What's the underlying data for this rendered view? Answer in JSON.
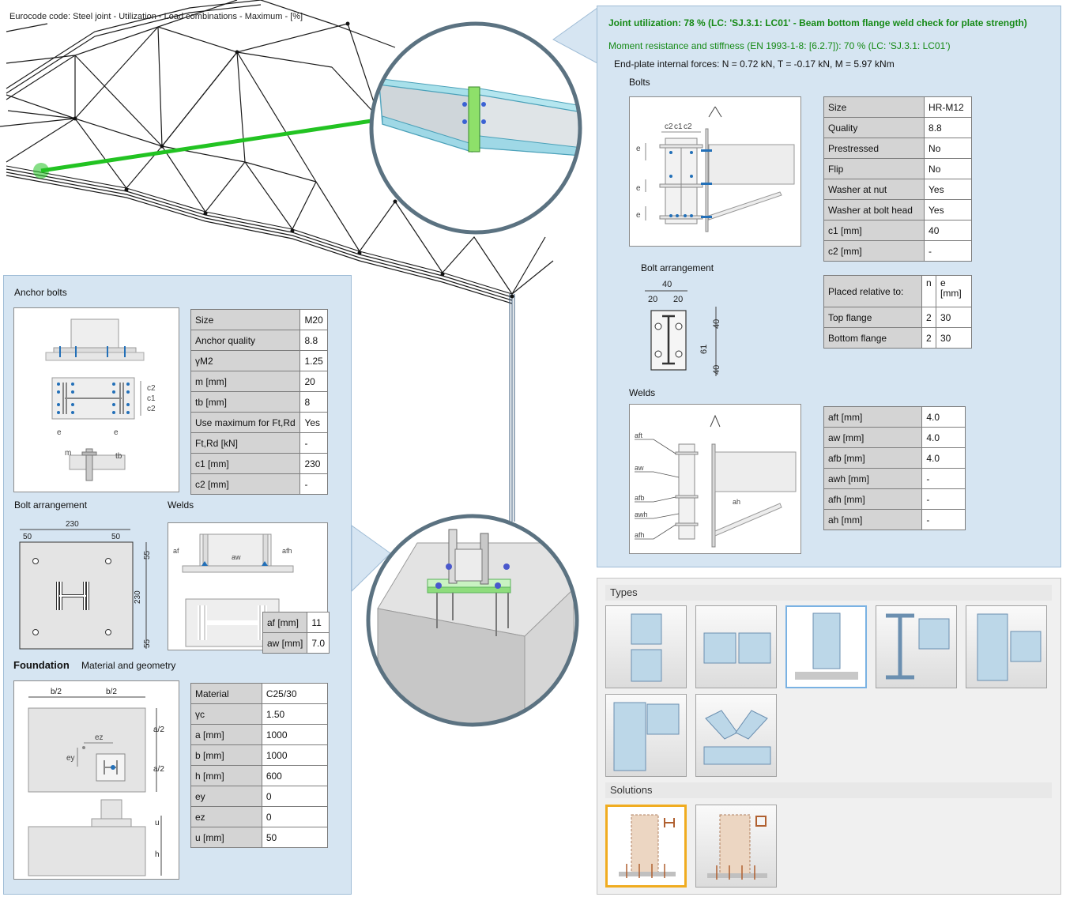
{
  "view_title": "Eurocode code: Steel joint - Utilization - Load combinations - Maximum - [%]",
  "joint": {
    "utilization": "Joint utilization: 78 % (LC: 'SJ.3.1: LC01' - Beam bottom flange weld check for plate strength)",
    "moment": "Moment resistance and stiffness (EN 1993-1-8: [6.2.7]): 70 % (LC: 'SJ.3.1: LC01')",
    "forces": "End-plate internal forces: N = 0.72 kN, T = -0.17 kN, M = 5.97 kNm",
    "bolts_label": "Bolts",
    "bolt_arrangement_label": "Bolt arrangement",
    "welds_label": "Welds",
    "bolt_dims": {
      "c2": "c2",
      "c1": "c1",
      "e": "e",
      "d40": "40",
      "d20a": "20",
      "d20b": "20",
      "v40a": "40",
      "v61": "61",
      "v40b": "40"
    },
    "weld_dims": {
      "aft": "aft",
      "aw": "aw",
      "afb": "afb",
      "awh": "awh",
      "afh": "afh",
      "ah": "ah"
    },
    "bolt_props": [
      {
        "k": "Size",
        "v": "HR-M12"
      },
      {
        "k": "Quality",
        "v": "8.8"
      },
      {
        "k": "Prestressed",
        "v": "No"
      },
      {
        "k": "Flip",
        "v": "No"
      },
      {
        "k": "Washer at nut",
        "v": "Yes"
      },
      {
        "k": "Washer at bolt head",
        "v": "Yes"
      },
      {
        "k": "c1 [mm]",
        "v": "40"
      },
      {
        "k": "c2 [mm]",
        "v": "-"
      }
    ],
    "placed": {
      "header": "Placed relative to:",
      "n_header": "n",
      "e_header": "e\n[mm]",
      "rows": [
        {
          "k": "Top flange",
          "n": "2",
          "e": "30"
        },
        {
          "k": "Bottom flange",
          "n": "2",
          "e": "30"
        }
      ]
    },
    "weld_props": [
      {
        "k": "aft [mm]",
        "v": "4.0"
      },
      {
        "k": "aw [mm]",
        "v": "4.0"
      },
      {
        "k": "afb [mm]",
        "v": "4.0"
      },
      {
        "k": "awh [mm]",
        "v": "-"
      },
      {
        "k": "afh [mm]",
        "v": "-"
      },
      {
        "k": "ah [mm]",
        "v": "-"
      }
    ]
  },
  "anchor": {
    "title": "Anchor bolts",
    "bolt_arrangement_label": "Bolt arrangement",
    "welds_label": "Welds",
    "foundation_label": "Foundation",
    "material_label": "Material and geometry",
    "anchor_dims": {
      "c2a": "c2",
      "c1": "c1",
      "c2b": "c2",
      "e1": "e",
      "e2": "e",
      "m": "m",
      "tb": "tb"
    },
    "arr_dims": {
      "d230": "230",
      "d50a": "50",
      "d50b": "50",
      "v55a": "55",
      "v230": "230",
      "v55b": "55"
    },
    "weld_dims": {
      "af": "af",
      "aw": "aw",
      "afh": "afh"
    },
    "found_dims": {
      "b2a": "b/2",
      "b2b": "b/2",
      "a2a": "a/2",
      "a2b": "a/2",
      "ez": "ez",
      "ey": "ey",
      "u": "u",
      "h": "h"
    },
    "props": [
      {
        "k": "Size",
        "v": "M20"
      },
      {
        "k": "Anchor quality",
        "v": "8.8"
      },
      {
        "k": "γM2",
        "v": "1.25"
      },
      {
        "k": "m [mm]",
        "v": "20"
      },
      {
        "k": "tb [mm]",
        "v": "8"
      },
      {
        "k": "Use maximum for Ft,Rd",
        "v": "Yes"
      },
      {
        "k": "Ft,Rd [kN]",
        "v": "-"
      },
      {
        "k": "c1 [mm]",
        "v": "230"
      },
      {
        "k": "c2 [mm]",
        "v": "-"
      }
    ],
    "weld_props": [
      {
        "k": "af [mm]",
        "v": "11"
      },
      {
        "k": "aw [mm]",
        "v": "7.0"
      }
    ],
    "foundation_props": [
      {
        "k": "Material",
        "v": "C25/30"
      },
      {
        "k": "γc",
        "v": "1.50"
      },
      {
        "k": "a [mm]",
        "v": "1000"
      },
      {
        "k": "b [mm]",
        "v": "1000"
      },
      {
        "k": "h [mm]",
        "v": "600"
      },
      {
        "k": "ey",
        "v": "0"
      },
      {
        "k": "ez",
        "v": "0"
      },
      {
        "k": "u [mm]",
        "v": "50"
      }
    ]
  },
  "types_panel": {
    "types_label": "Types",
    "solutions_label": "Solutions",
    "selected_type": 3,
    "selected_solution": 1
  },
  "colors": {
    "accent_green": "#168a16",
    "panel_blue": "#d6e5f2",
    "highlight_green": "#22c322",
    "selection_orange": "#f0ac20"
  }
}
